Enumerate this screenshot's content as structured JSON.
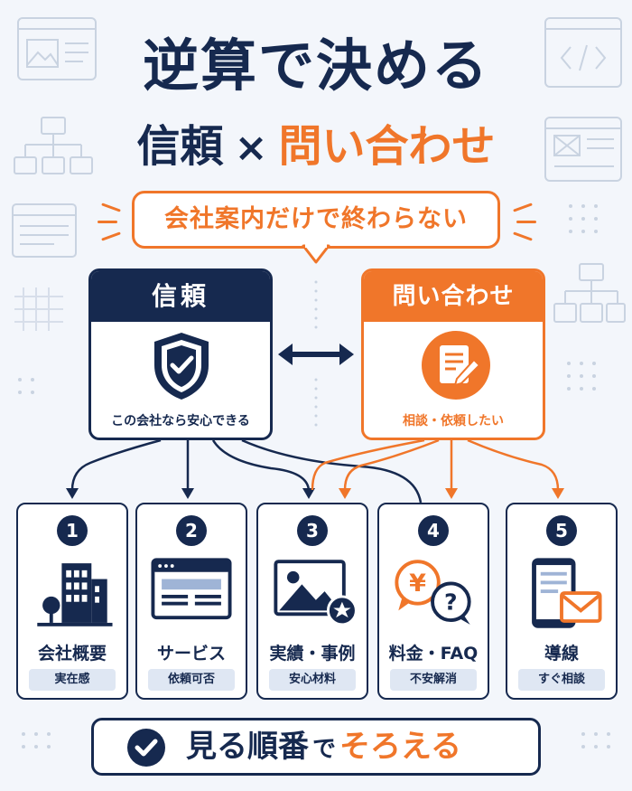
{
  "title": {
    "line1": "逆算で決める",
    "part_trust": "信頼",
    "cross": "×",
    "part_inquiry": "問い合わせ"
  },
  "bubble_text": "会社案内だけで終わらない",
  "panels": {
    "trust": {
      "header": "信頼",
      "caption": "この会社なら安心できる"
    },
    "inquiry": {
      "header": "問い合わせ",
      "caption": "相談・依頼したい"
    }
  },
  "cards": [
    {
      "num": "1",
      "label": "会社概要",
      "tag": "実在感",
      "icon": "building-icon"
    },
    {
      "num": "2",
      "label": "サービス",
      "tag": "依頼可否",
      "icon": "browser-window-icon"
    },
    {
      "num": "3",
      "label": "実績・事例",
      "tag": "安心材料",
      "icon": "image-star-icon"
    },
    {
      "num": "4",
      "label": "料金・FAQ",
      "tag": "不安解消",
      "icon": "yen-question-icon"
    },
    {
      "num": "5",
      "label": "導線",
      "tag": "すぐ相談",
      "icon": "phone-mail-icon"
    }
  ],
  "bottom": {
    "main": "見る順番",
    "particle": "で",
    "accent": "そろえる"
  },
  "colors": {
    "navy": "#16294f",
    "orange": "#f0762a",
    "tag_bg": "#dfe7f3",
    "background": "#f3f6fb"
  }
}
